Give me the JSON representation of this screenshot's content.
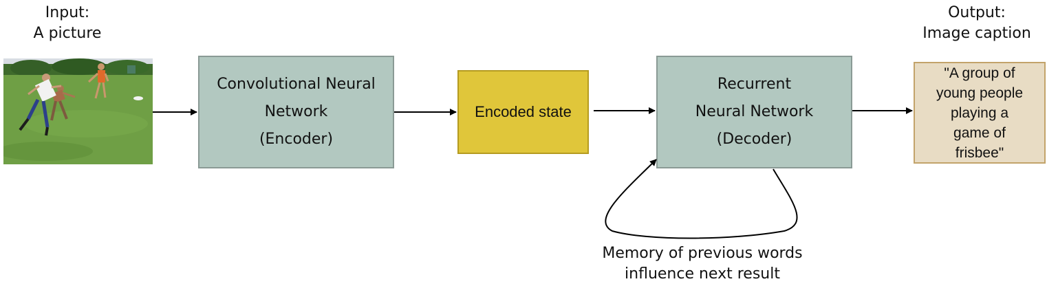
{
  "input": {
    "line1": "Input:",
    "line2": "A picture"
  },
  "output": {
    "line1": "Output:",
    "line2": "Image caption"
  },
  "encoder": {
    "line1": "Convolutional Neural",
    "line2": "Network",
    "line3": "(Encoder)"
  },
  "encoded_state": {
    "label": "Encoded state"
  },
  "decoder": {
    "line1": "Recurrent",
    "line2": "Neural Network",
    "line3": "(Decoder)"
  },
  "caption": {
    "lines": [
      "\"A group of",
      "young people",
      "playing a",
      "game of",
      "frisbee\""
    ]
  },
  "memory_note": {
    "line1": "Memory of previous words",
    "line2": "influence next result"
  },
  "colors": {
    "network_fill": "#b2c8c0",
    "encoded_fill": "#e0c63a",
    "caption_fill": "#e8dcc4",
    "arrow": "#000000"
  },
  "icons": {
    "photo": "frisbee-photo-icon"
  }
}
